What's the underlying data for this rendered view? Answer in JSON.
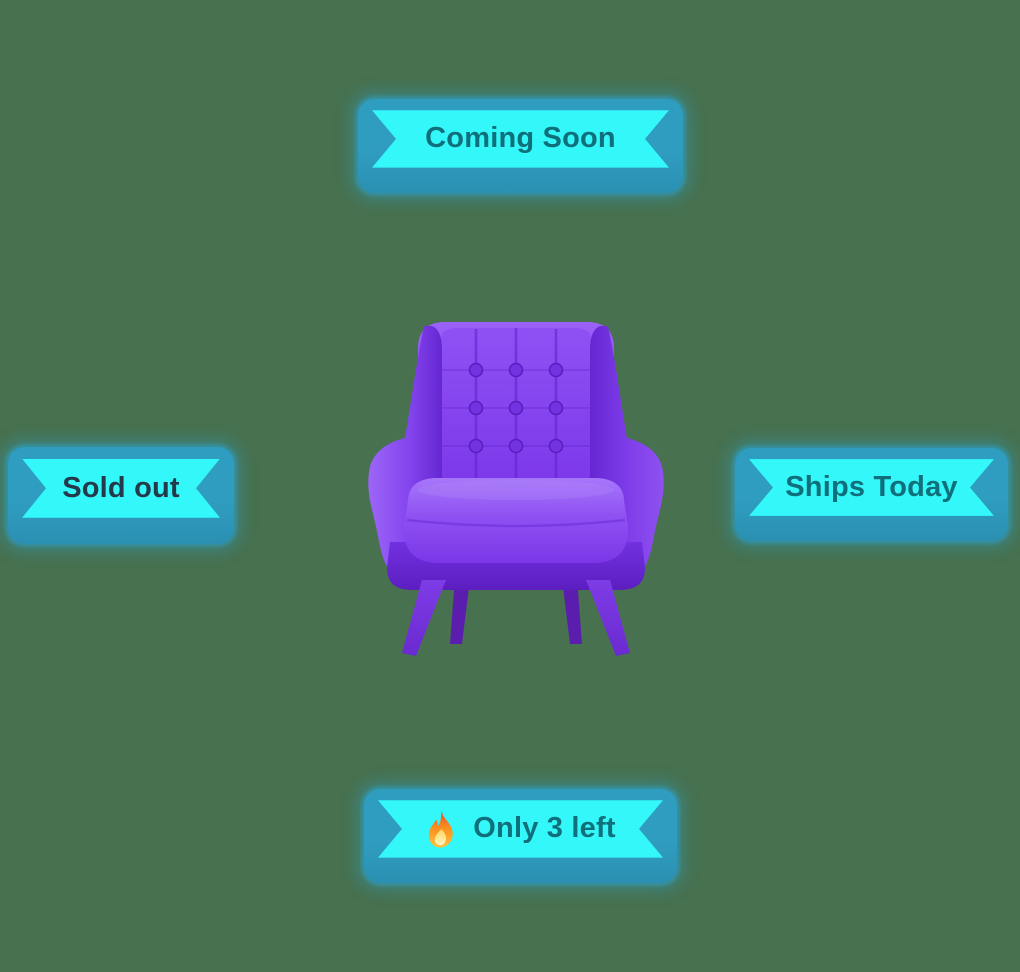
{
  "scene": {
    "background_color": "#47714F"
  },
  "colors": {
    "bg": "#47714F",
    "ribbon_back": "#2F9DC0",
    "ribbon_back_dark": "#2B90B2",
    "band": "#33F7F9",
    "text_teal": "#0F6F7A",
    "text_dark": "#24394A",
    "chair_purple": "#8140F0"
  },
  "badges": {
    "top": {
      "label": "Coming Soon"
    },
    "left": {
      "label": "Sold out"
    },
    "right": {
      "label": "Ships Today"
    },
    "bottom": {
      "label": "Only 3 left",
      "icon": "fire-icon"
    }
  }
}
